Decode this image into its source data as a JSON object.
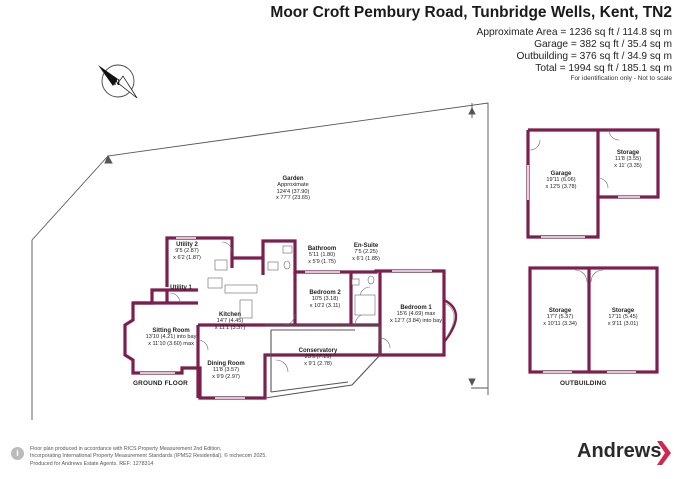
{
  "header": {
    "title": "Moor Croft Pembury Road, Tunbridge Wells, Kent, TN2",
    "areas": [
      "Approximate Area = 1236 sq ft / 114.8 sq m",
      "Garage = 382 sq ft / 35.4 sq m",
      "Outbuilding = 376 sq ft / 34.9 sq m",
      "Total = 1994 sq ft / 185.1 sq m"
    ],
    "disclaimer": "For identification only - Not to scale"
  },
  "compass": {
    "label": "N"
  },
  "rooms": {
    "garden": {
      "name": "Garden",
      "line1": "Approximate",
      "line2": "124'4 (37.90)",
      "line3": "x 77'7 (23.65)"
    },
    "utility2": {
      "name": "Utility 2",
      "line1": "9'5 (2.87)",
      "line2": "x 6'2 (1.87)"
    },
    "utility1": {
      "name": "Utility 1"
    },
    "bathroom": {
      "name": "Bathroom",
      "line1": "5'11 (1.80)",
      "line2": "x 5'9 (1.75)"
    },
    "ensuite": {
      "name": "En-Suite",
      "line1": "7'5 (2.25)",
      "line2": "x 6'1 (1.85)"
    },
    "bedroom2": {
      "name": "Bedroom 2",
      "line1": "10'5 (3.18)",
      "line2": "x 10'2 (3.11)"
    },
    "bedroom1": {
      "name": "Bedroom 1",
      "line1": "15'6 (4.69) max",
      "line2": "x 12'7 (3.84) into bay"
    },
    "kitchen": {
      "name": "Kitchen",
      "line1": "14'7 (4.45)",
      "line2": "x 11'1 (3.37)"
    },
    "sitting": {
      "name": "Sitting Room",
      "line1": "13'10 (4.21) into bay",
      "line2": "x 11'10 (3.60) max"
    },
    "dining": {
      "name": "Dining Room",
      "line1": "11'8 (3.57)",
      "line2": "x 9'9 (2.97)"
    },
    "conservatory": {
      "name": "Conservatory",
      "line1": "23'5 (7.15)",
      "line2": "x 9'1 (2.78)"
    },
    "garage": {
      "name": "Garage",
      "line1": "19'11 (6.06)",
      "line2": "x 12'5 (3.78)"
    },
    "storage_garage": {
      "name": "Storage",
      "line1": "11'8 (3.55)",
      "line2": "x 11' (3.35)"
    },
    "storage_out1": {
      "name": "Storage",
      "line1": "17'7 (5.37)",
      "line2": "x 10'11 (3.34)"
    },
    "storage_out2": {
      "name": "Storage",
      "line1": "17'11 (5.45)",
      "line2": "x 9'11 (3.01)"
    }
  },
  "sections": {
    "ground_floor": "GROUND FLOOR",
    "outbuilding": "OUTBUILDING"
  },
  "footer": {
    "line1": "Floor plan produced in accordance with RICS Property Measurement 2nd Edition,",
    "line2": "Incorporating International Property Measurement Standards (IPMS2 Residential). © nichecom 2025.",
    "line3": "Produced for Andrews Estate Agents.  REF: 1278314"
  },
  "brand": {
    "name": "Andrews"
  },
  "colors": {
    "wall": "#7b1f4e",
    "brand_accent": "#d1264e",
    "line": "#555555"
  }
}
